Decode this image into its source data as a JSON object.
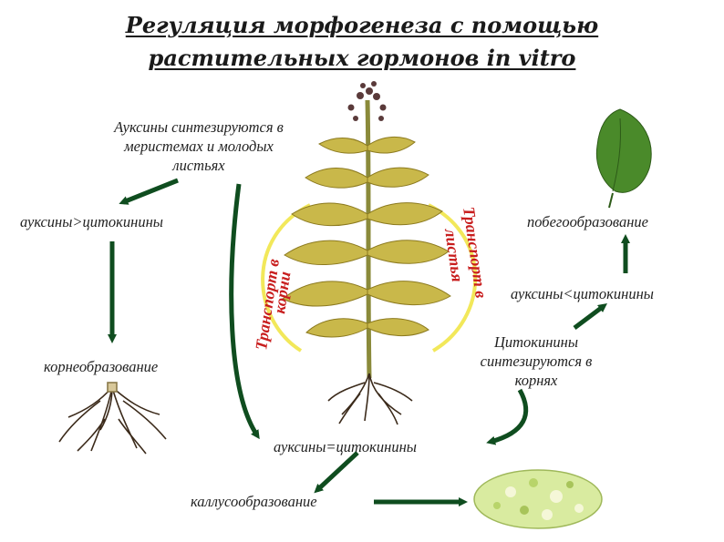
{
  "title": {
    "line1": "Регуляция морфогенеза с помощью",
    "line2": "растительных гормонов in vitro"
  },
  "labels": {
    "auxin_synthesis_line1": "Ауксины синтезируются в",
    "auxin_synthesis_line2": "меристемах и молодых",
    "auxin_synthesis_line3": "листьях",
    "auxin_gt_cytokinin": "ауксины>цитокинины",
    "root_formation": "корнеобразование",
    "shoot_formation": "побегообразование",
    "auxin_lt_cytokinin": "ауксины<цитокинины",
    "cytokinin_synthesis_line1": "Цитокинины",
    "cytokinin_synthesis_line2": "синтезируются в",
    "cytokinin_synthesis_line3": "корнях",
    "auxin_eq_cytokinin": "ауксины=цитокинины",
    "callus_formation": "каллусообразование"
  },
  "plant_labels": {
    "transport_to_roots_line1": "Транспорт в",
    "transport_to_roots_line2": "корни",
    "transport_to_leaves_line1": "Транспорт в",
    "transport_to_leaves_line2": "листья"
  },
  "colors": {
    "arrow": "#0f4d1f",
    "transport_text": "#c81e1e",
    "transport_arc": "#f2e85a",
    "leaf": "#c9b84a",
    "leaf_green": "#4a8a2a",
    "root": "#3b2a1a",
    "callus": "#d9eba0"
  }
}
